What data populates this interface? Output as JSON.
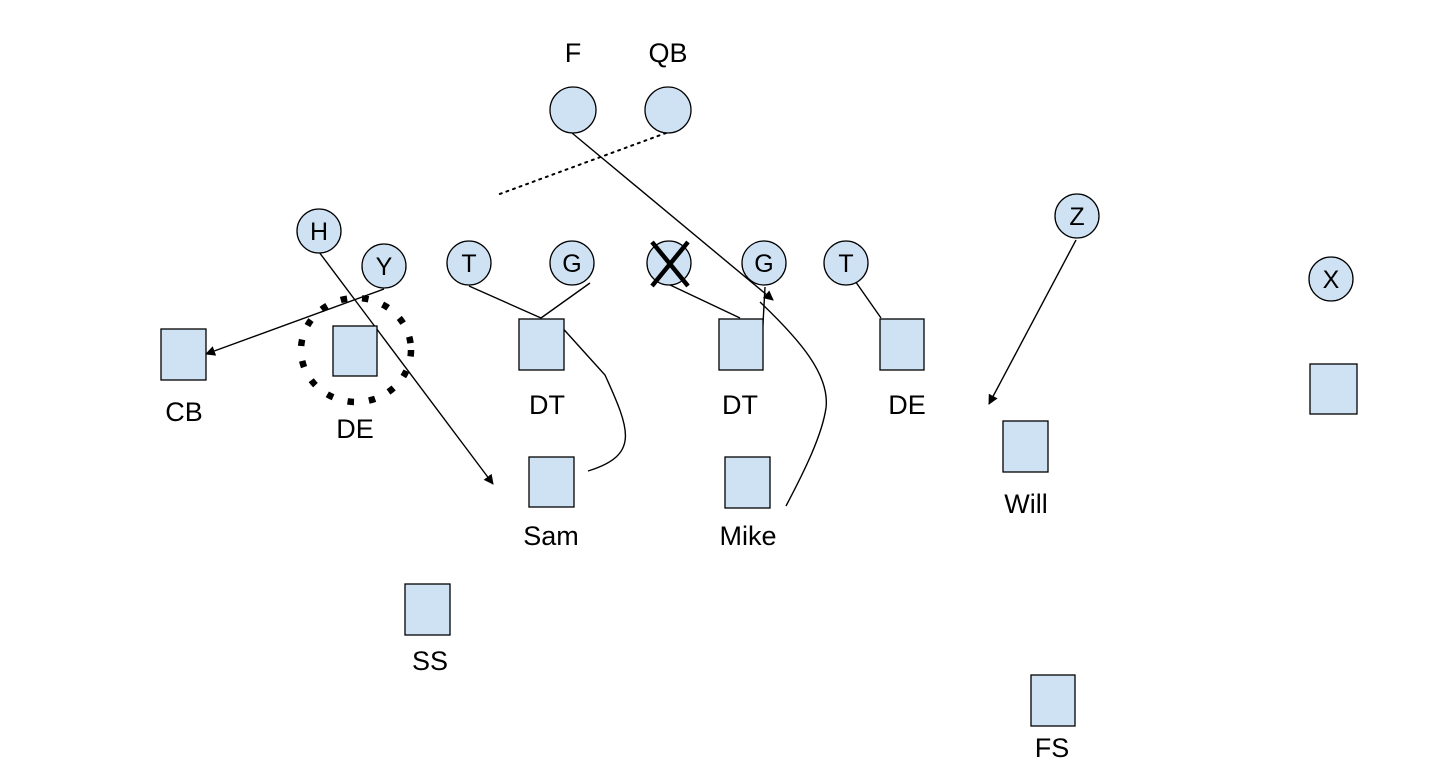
{
  "offense": [
    {
      "id": "F",
      "label": "F"
    },
    {
      "id": "QB",
      "label": "QB"
    },
    {
      "id": "H",
      "label": "H"
    },
    {
      "id": "Y",
      "label": "Y"
    },
    {
      "id": "LT",
      "label": "T"
    },
    {
      "id": "LG",
      "label": "G"
    },
    {
      "id": "C",
      "label": "X"
    },
    {
      "id": "RG",
      "label": "G"
    },
    {
      "id": "RT",
      "label": "T"
    },
    {
      "id": "Z",
      "label": "Z"
    },
    {
      "id": "X",
      "label": "X"
    }
  ],
  "defense": [
    {
      "id": "CB",
      "label": "CB"
    },
    {
      "id": "DE_L",
      "label": "DE"
    },
    {
      "id": "DT_L",
      "label": "DT"
    },
    {
      "id": "DT_R",
      "label": "DT"
    },
    {
      "id": "DE_R",
      "label": "DE"
    },
    {
      "id": "Sam",
      "label": "Sam"
    },
    {
      "id": "Mike",
      "label": "Mike"
    },
    {
      "id": "Will",
      "label": "Will"
    },
    {
      "id": "SS",
      "label": "SS"
    },
    {
      "id": "FS",
      "label": "FS"
    },
    {
      "id": "CB_R",
      "label": ""
    }
  ],
  "colors": {
    "player_fill": "#cfe2f3",
    "line": "#000000"
  }
}
